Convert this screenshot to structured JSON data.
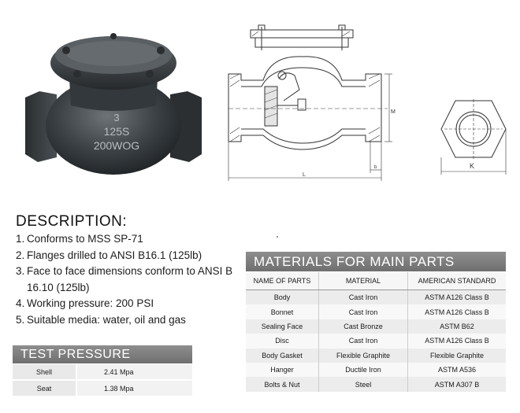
{
  "photo": {
    "casting_marks": [
      "3",
      "125S",
      "200WOG"
    ]
  },
  "drawing": {
    "labels": [
      "M",
      "b",
      "L",
      "K"
    ]
  },
  "description": {
    "title": "DESCRIPTION:",
    "items": [
      {
        "num": "1.",
        "text": "Conforms to MSS SP-71"
      },
      {
        "num": "2.",
        "text": "Flanges drilled to ANSI B16.1 (125lb)"
      },
      {
        "num": "3.",
        "text": "Face to face dimensions conform to ANSI B 16.10 (125lb)"
      },
      {
        "num": "4.",
        "text": "Working pressure: 200 PSI"
      },
      {
        "num": "5.",
        "text": "Suitable media: water, oil and gas"
      }
    ]
  },
  "test_pressure": {
    "title": "TEST PRESSURE",
    "rows": [
      {
        "label": "Shell",
        "value": "2.41 Mpa"
      },
      {
        "label": "Seat",
        "value": "1.38 Mpa"
      }
    ]
  },
  "materials": {
    "title": "MATERIALS FOR MAIN PARTS",
    "headers": [
      "NAME OF PARTS",
      "MATERIAL",
      "AMERICAN STANDARD"
    ],
    "rows": [
      [
        "Body",
        "Cast Iron",
        "ASTM A126 Class B"
      ],
      [
        "Bonnet",
        "Cast Iron",
        "ASTM A126 Class B"
      ],
      [
        "Sealing Face",
        "Cast Bronze",
        "ASTM B62"
      ],
      [
        "Disc",
        "Cast Iron",
        "ASTM A126 Class B"
      ],
      [
        "Body Gasket",
        "Flexible Graphite",
        "Flexible Graphite"
      ],
      [
        "Hanger",
        "Ductile Iron",
        "ASTM A536"
      ],
      [
        "Bolts & Nut",
        "Steel",
        "ASTM A307 B"
      ]
    ]
  }
}
